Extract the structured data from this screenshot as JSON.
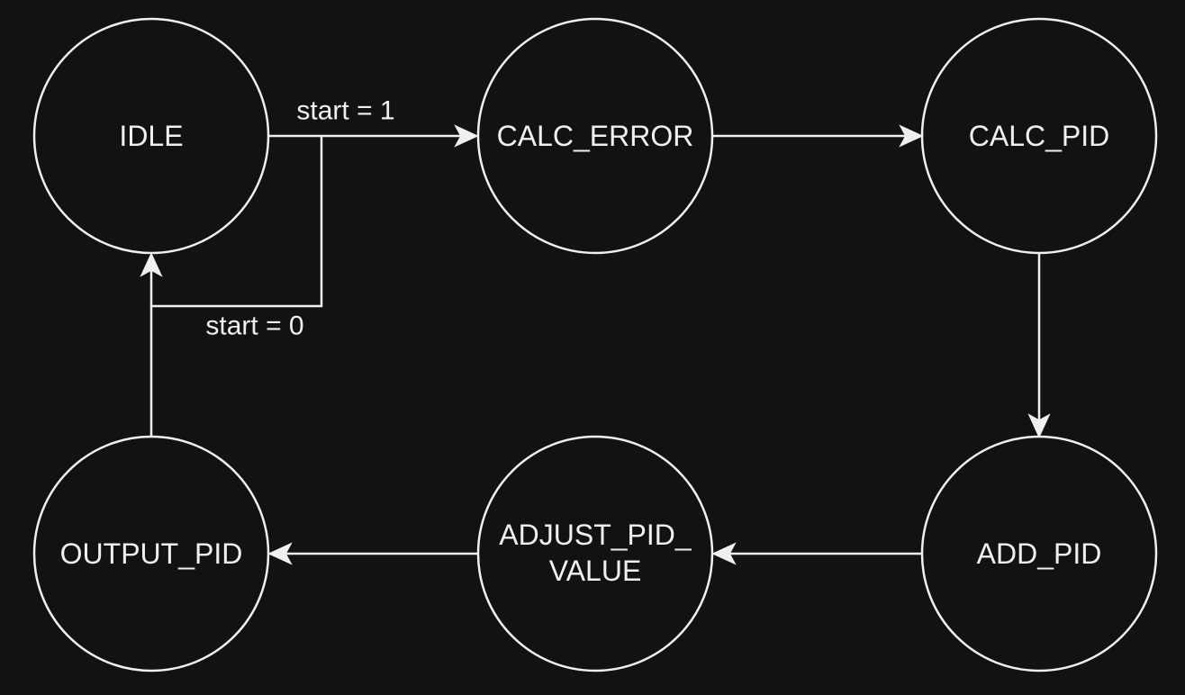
{
  "diagram": {
    "states": {
      "idle": "IDLE",
      "calc_error": "CALC_ERROR",
      "calc_pid": "CALC_PID",
      "add_pid": "ADD_PID",
      "adjust_pid_value_line1": "ADJUST_PID_",
      "adjust_pid_value_line2": "VALUE",
      "output_pid": "OUTPUT_PID"
    },
    "transitions": {
      "idle_to_calc_error": "start = 1",
      "idle_loop": "start = 0"
    }
  }
}
